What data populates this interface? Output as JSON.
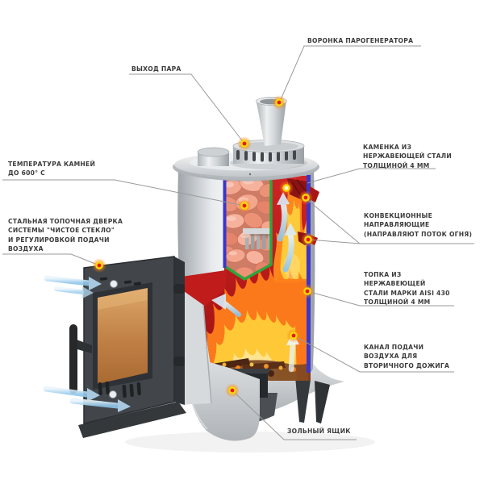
{
  "figure": {
    "kind": "sauna-stove-cutaway-diagram",
    "language": "ru"
  },
  "labels": {
    "steam_outlet": {
      "text": "ВЫХОД ПАРА"
    },
    "steam_funnel": {
      "text": "ВОРОНКА ПАРОГЕНЕРАТОРА"
    },
    "stones_temp": {
      "text": "ТЕМПЕРАТУРА КАМНЕЙ\nДО 600° С"
    },
    "door": {
      "text": "СТАЛЬНАЯ ТОПОЧНАЯ ДВЕРКА\nСИСТЕМЫ \"ЧИСТОЕ СТЕКЛО\"\nИ РЕГУЛИРОВКОЙ ПОДАЧИ\nВОЗДУХА"
    },
    "kamenka": {
      "text": "КАМЕНКА ИЗ\nНЕРЖАВЕЮЩЕЙ СТАЛИ\nТОЛЩИНОЙ 4 ММ"
    },
    "convection": {
      "text": "КОНВЕКЦИОННЫЕ\nНАПРАВЛЯЮЩИЕ\n(НАПРАВЛЯЮТ ПОТОК ОГНЯ)"
    },
    "firebox": {
      "text": "ТОПКА ИЗ\nНЕРЖАВЕЮЩЕЙ\nСТАЛИ МАРКИ AISI 430\nТОЛЩИНОЙ 4 ММ"
    },
    "secondary_air": {
      "text": "КАНАЛ ПОДАЧИ\nВОЗДУХА ДЛЯ\nВТОРИЧНОГО ДОЖИГА"
    },
    "ash_box": {
      "text": "ЗОЛЬНЫЙ ЯЩИК"
    }
  },
  "colors": {
    "label_text": "#3c3c3c",
    "leader_line": "#9a9a9a",
    "callout_ring": "#ffd60a",
    "callout_center": "#e51c1c",
    "callout_glow": "#ff9a00",
    "steel_light": "#f5f6f7",
    "steel_dark": "#9aa0a5",
    "firebox_red": "#c62020",
    "flame_orange": "#ff7e1a",
    "flame_yellow": "#ffcf3a",
    "stones_pink": "#f4a78f",
    "trim_blue": "#3b36c9",
    "trim_green": "#2fa43c",
    "door_gray": "#42464a",
    "glass_amber": "#c98948",
    "air_arrow_blue": "#8fc6ea"
  }
}
